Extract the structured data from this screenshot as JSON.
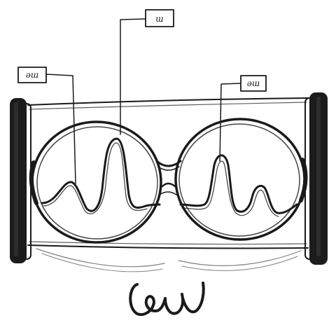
{
  "drawing": {
    "labels": {
      "left": "ǝɯ",
      "center": "ɯ",
      "right": "ǝɯ"
    },
    "signature": "ew",
    "colors": {
      "ink": "#1a1a1a",
      "paper": "#ffffff",
      "sideBar": "#1c1c1c"
    }
  }
}
